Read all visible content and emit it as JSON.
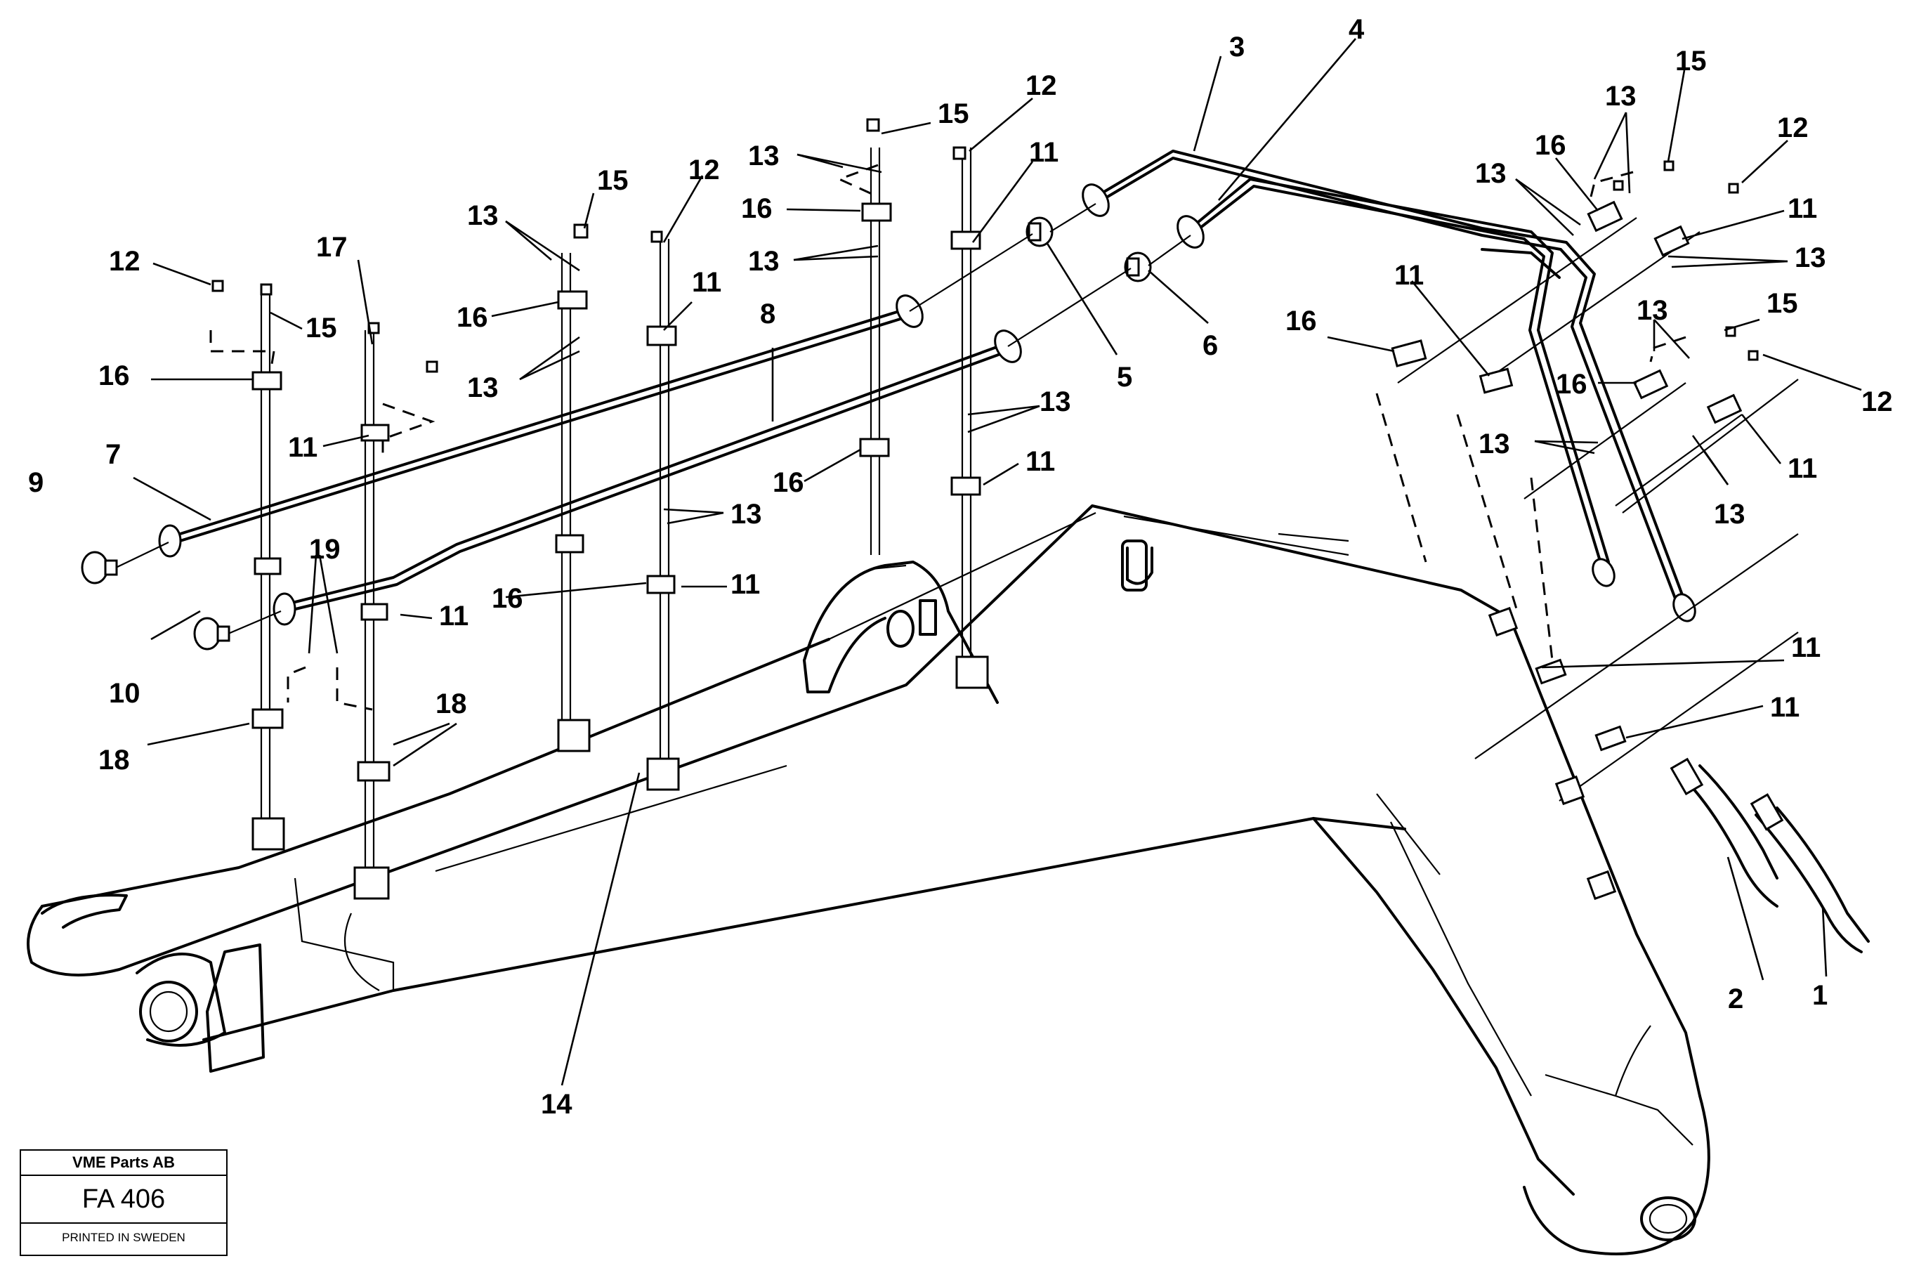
{
  "title_block": {
    "company": "VME Parts AB",
    "code": "FA 406",
    "printed": "PRINTED IN SWEDEN"
  },
  "callouts": {
    "c1": "1",
    "c2": "2",
    "c3": "3",
    "c4": "4",
    "c5": "5",
    "c6": "6",
    "c7": "7",
    "c8": "8",
    "c9": "9",
    "c10": "10",
    "c14": "14",
    "c17": "17",
    "c19": "19",
    "c11a": "11",
    "c11b": "11",
    "c11c": "11",
    "c11d": "11",
    "c11e": "11",
    "c11f": "11",
    "c11g": "11",
    "c11h": "11",
    "c11i": "11",
    "c11j": "11",
    "c11k": "11",
    "c12a": "12",
    "c12b": "12",
    "c12c": "12",
    "c12d": "12",
    "c12e": "12",
    "c13a": "13",
    "c13b": "13",
    "c13c": "13",
    "c13d": "13",
    "c13e": "13",
    "c13f": "13",
    "c13g": "13",
    "c13h": "13",
    "c13i": "13",
    "c13j": "13",
    "c13k": "13",
    "c13l": "13",
    "c15a": "15",
    "c15b": "15",
    "c15c": "15",
    "c15d": "15",
    "c15e": "15",
    "c16a": "16",
    "c16b": "16",
    "c16c": "16",
    "c16d": "16",
    "c16e": "16",
    "c16f": "16",
    "c16g": "16",
    "c16h": "16",
    "c18a": "18",
    "c18b": "18"
  }
}
